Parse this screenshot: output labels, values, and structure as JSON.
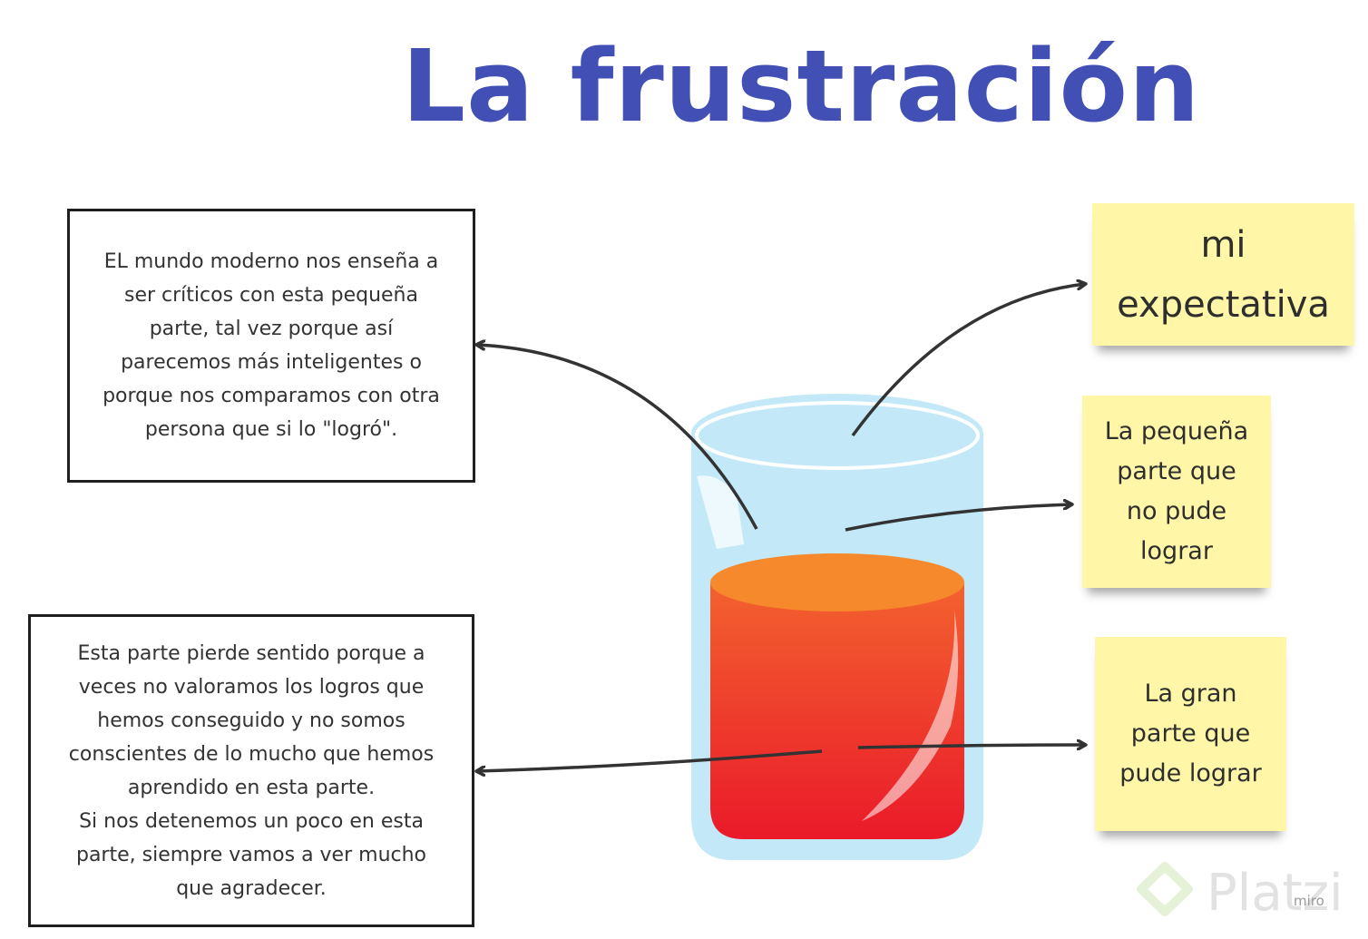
{
  "title": "La frustración",
  "colors": {
    "title": "#4250b5",
    "glass": "#c3e9f8",
    "glass_rim": "#ffffff",
    "liquid_top": "#f5892b",
    "liquid_bottom": "#eb1b2a",
    "sticky": "#fff7a7",
    "arrow": "#333333"
  },
  "boxes": {
    "top_text": "EL mundo moderno nos enseña a\nser críticos con esta pequeña\nparte, tal vez porque así\nparecemos más inteligentes o\nporque nos comparamos con otra\npersona que si lo \"logró\".",
    "bottom_text": "Esta parte pierde sentido porque a\nveces no valoramos los logros que\nhemos conseguido y no somos\nconscientes de lo mucho que hemos\naprendido en esta parte.\nSi nos detenemos un poco en esta\nparte, siempre vamos a ver mucho\nque agradecer."
  },
  "notes": {
    "expectation": "mi\nexpectativa",
    "small_part": "La pequeña\nparte que\nno pude\nlograr",
    "big_part": "La gran\nparte que\npude lograr"
  },
  "watermark": {
    "brand": "Platzi",
    "tool": "miro",
    "icon": "platzi-logo-icon"
  }
}
